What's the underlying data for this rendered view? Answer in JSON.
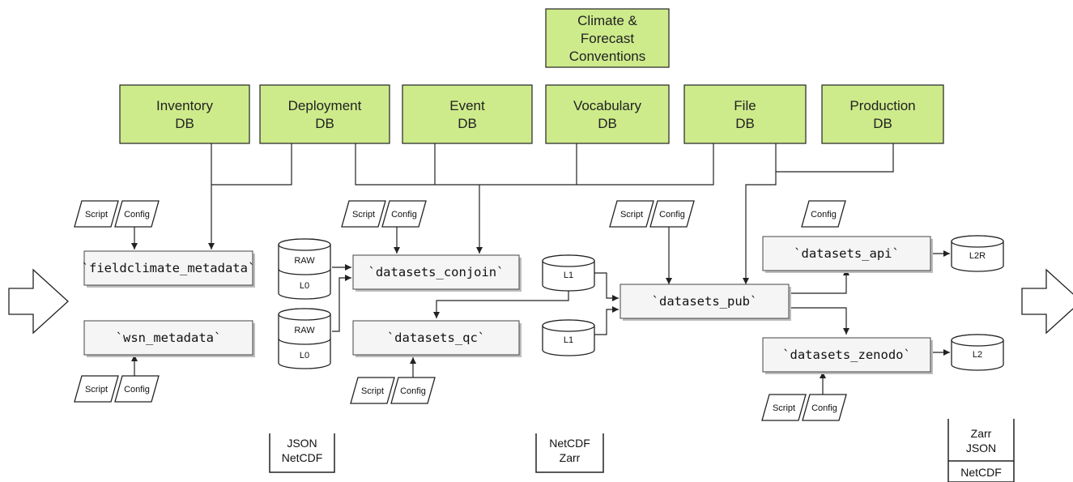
{
  "databases": [
    {
      "id": "climate",
      "lines": [
        "Climate &",
        "Forecast",
        "Conventions"
      ]
    },
    {
      "id": "inventory",
      "lines": [
        "Inventory",
        "DB"
      ]
    },
    {
      "id": "deployment",
      "lines": [
        "Deployment",
        "DB"
      ]
    },
    {
      "id": "event",
      "lines": [
        "Event",
        "DB"
      ]
    },
    {
      "id": "vocabulary",
      "lines": [
        "Vocabulary",
        "DB"
      ]
    },
    {
      "id": "file",
      "lines": [
        "File",
        "DB"
      ]
    },
    {
      "id": "production",
      "lines": [
        "Production",
        "DB"
      ]
    }
  ],
  "processes": [
    {
      "id": "fieldclimate",
      "label": "`fieldclimate_metadata`"
    },
    {
      "id": "wsn",
      "label": "`wsn_metadata`"
    },
    {
      "id": "conjoin",
      "label": "`datasets_conjoin`"
    },
    {
      "id": "qc",
      "label": "`datasets_qc`"
    },
    {
      "id": "pub",
      "label": "`datasets_pub`"
    },
    {
      "id": "api",
      "label": "`datasets_api`"
    },
    {
      "id": "zenodo",
      "label": "`datasets_zenodo`"
    }
  ],
  "inputs": {
    "script": "Script",
    "config": "Config"
  },
  "storage": {
    "raw": "RAW",
    "l0": "L0",
    "l1": "L1",
    "l2r": "L2R",
    "l2": "L2"
  },
  "formats": [
    {
      "id": "fmt1",
      "lines": [
        "JSON",
        "NetCDF"
      ]
    },
    {
      "id": "fmt2",
      "lines": [
        "NetCDF",
        "Zarr"
      ]
    },
    {
      "id": "fmt3",
      "lines": [
        "Zarr",
        "JSON",
        "NetCDF"
      ]
    }
  ],
  "colors": {
    "db_fill": "#cdeb8b",
    "process_fill": "#f5f5f5",
    "line": "#222222"
  }
}
